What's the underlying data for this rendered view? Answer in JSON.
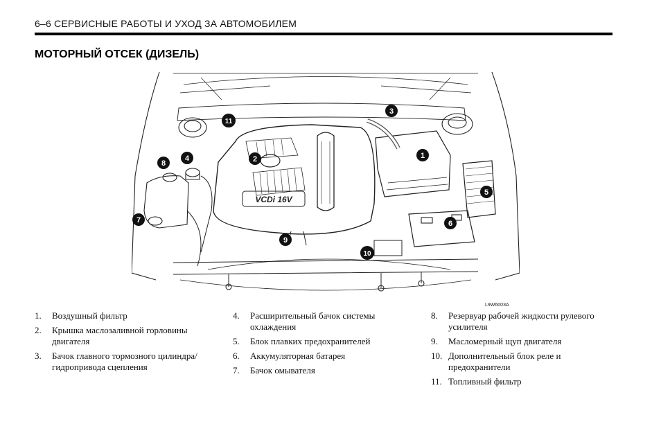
{
  "header": {
    "title": "6–6  СЕРВИСНЫЕ РАБОТЫ И УХОД ЗА АВТОМОБИЛЕМ"
  },
  "section": {
    "title": "МОТОРНЫЙ ОТСЕК (ДИЗЕЛЬ)"
  },
  "figure": {
    "cover_badge": "VCDi 16V",
    "figure_code": "L9W6003A",
    "callouts": [
      "1",
      "2",
      "3",
      "4",
      "5",
      "6",
      "7",
      "8",
      "9",
      "10",
      "11"
    ]
  },
  "legend": {
    "col1": [
      {
        "num": "1.",
        "text": "Воздушный фильтр"
      },
      {
        "num": "2.",
        "text": "Крышка маслозаливной горловины двигателя"
      },
      {
        "num": "3.",
        "text": "Бачок главного тормозного цилиндра/ гидропривода сцепления"
      }
    ],
    "col2": [
      {
        "num": "4.",
        "text": "Расширительный бачок системы охлаждения"
      },
      {
        "num": "5.",
        "text": "Блок плавких предохранителей"
      },
      {
        "num": "6.",
        "text": "Аккумуляторная батарея"
      },
      {
        "num": "7.",
        "text": "Бачок омывателя"
      }
    ],
    "col3": [
      {
        "num": "8.",
        "text": "Резервуар рабочей жидкости рулевого усилителя"
      },
      {
        "num": "9.",
        "text": "Масломерный щуп двигателя"
      },
      {
        "num": "10.",
        "text": "Дополнительный блок реле и предохранители"
      },
      {
        "num": "11.",
        "text": "Топливный фильтр"
      }
    ]
  }
}
